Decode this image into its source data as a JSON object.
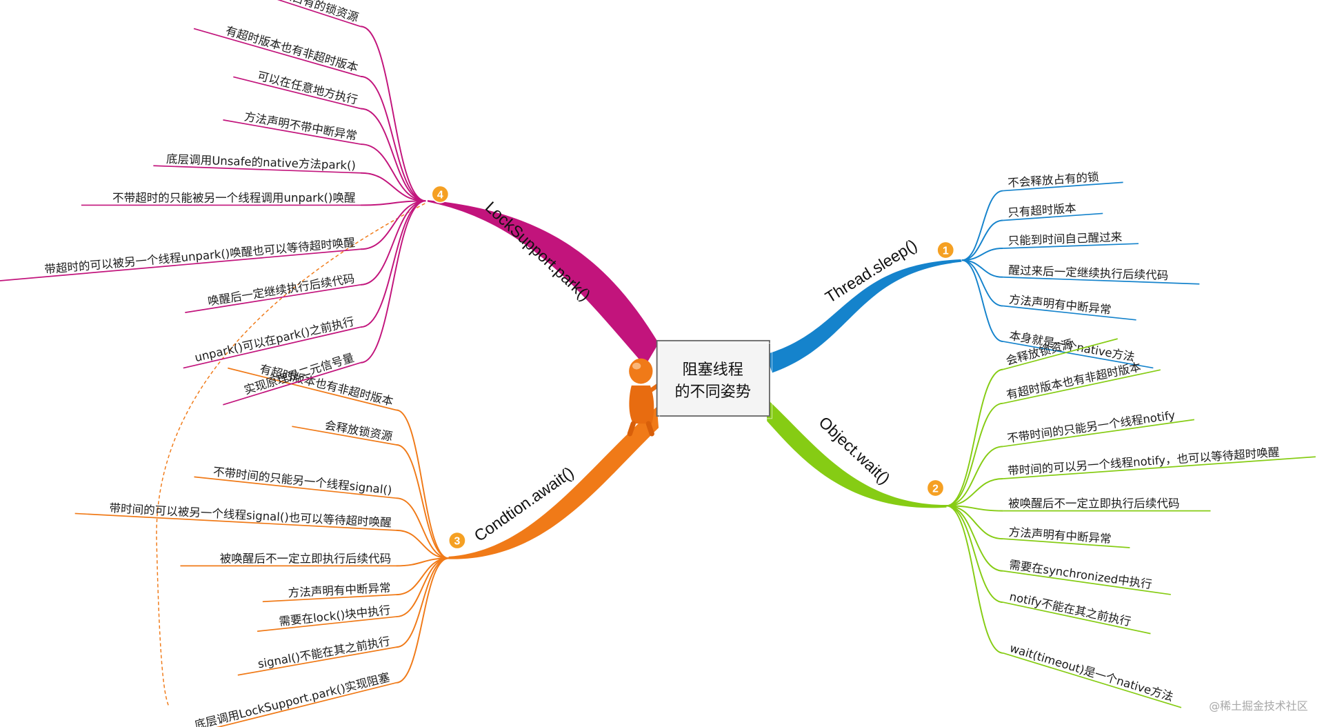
{
  "center": {
    "line1": "阻塞线程",
    "line2": "的不同姿势"
  },
  "watermark": "@稀土掘金技术社区",
  "colors": {
    "sleep": "#1583cc",
    "wait": "#86cc14",
    "await": "#f07a18",
    "park": "#c2147c"
  },
  "branches": [
    {
      "key": "sleep",
      "badge": "1",
      "title": "Thread.sleep()",
      "items": [
        "不会释放占有的锁",
        "只有超时版本",
        "只能到时间自己醒过来",
        "醒过来后一定继续执行后续代码",
        "方法声明有中断异常",
        "本身就是一个native方法"
      ]
    },
    {
      "key": "wait",
      "badge": "2",
      "title": "Object.wait()",
      "items": [
        "会释放锁资源",
        "有超时版本也有非超时版本",
        "不带时间的只能另一个线程notify",
        "带时间的可以另一个线程notify，也可以等待超时唤醒",
        "被唤醒后不一定立即执行后续代码",
        "方法声明有中断异常",
        "需要在synchronized中执行",
        "notify不能在其之前执行",
        "wait(timeout)是一个native方法"
      ]
    },
    {
      "key": "await",
      "badge": "3",
      "title": "Condtion.await()",
      "items": [
        "有超时版本也有非超时版本",
        "会释放锁资源",
        "不带时间的只能另一个线程signal()",
        "带时间的可以被另一个线程signal()也可以等待超时唤醒",
        "被唤醒后不一定立即执行后续代码",
        "方法声明有中断异常",
        "需要在lock()块中执行",
        "signal()不能在其之前执行",
        "底层调用LockSupport.park()实现阻塞"
      ]
    },
    {
      "key": "park",
      "badge": "4",
      "title": "LockSupport.park()",
      "items": [
        "不会释放占有的锁资源",
        "有超时版本也有非超时版本",
        "可以在任意地方执行",
        "方法声明不带中断异常",
        "底层调用Unsafe的native方法park()",
        "不带超时的只能被另一个线程调用unpark()唤醒",
        "带超时的可以被另一个线程unpark()唤醒也可以等待超时唤醒",
        "唤醒后一定继续执行后续代码",
        "unpark()可以在park()之前执行",
        "实现原理是二元信号量"
      ]
    }
  ]
}
